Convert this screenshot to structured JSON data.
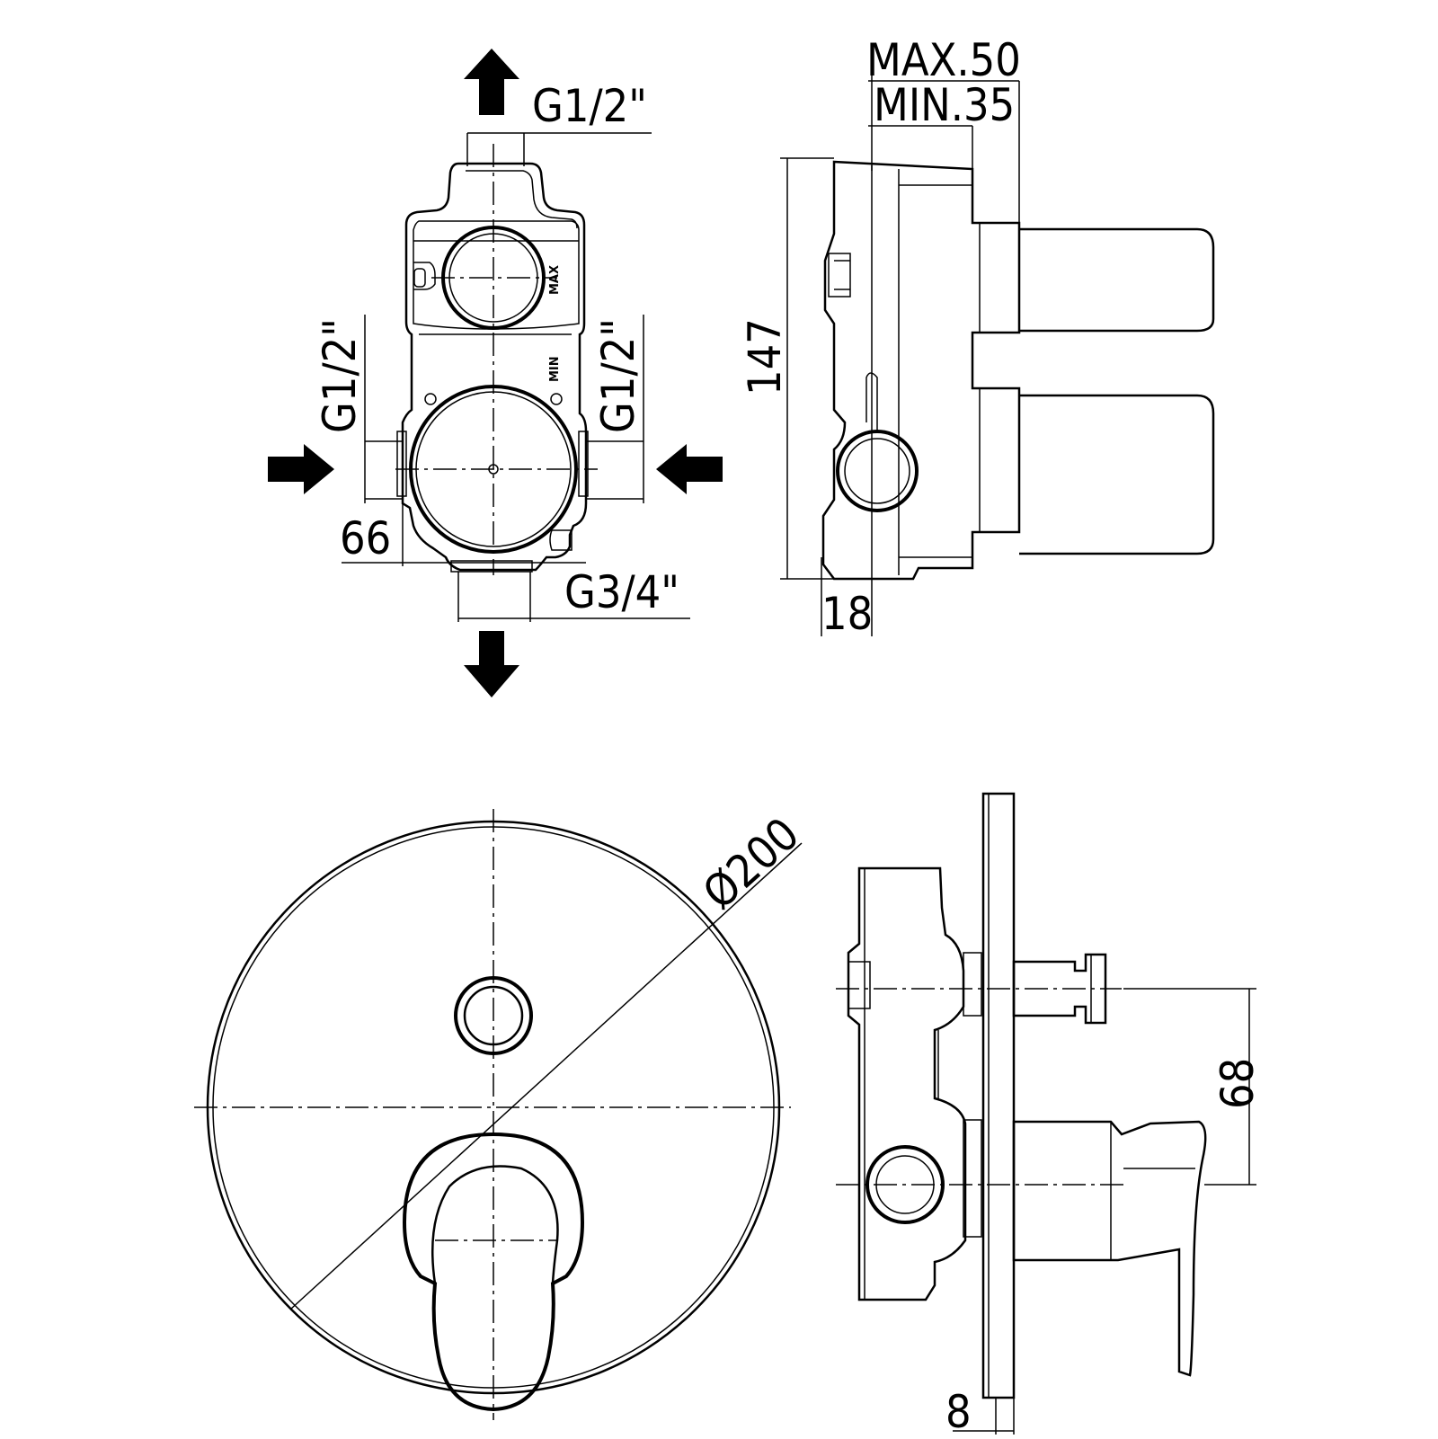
{
  "views": {
    "front_body": {
      "top_thread": "G1/2\"",
      "left_thread": "G1/2\"",
      "right_thread": "G1/2\"",
      "bottom_thread": "G3/4\"",
      "offset": "66",
      "marks": {
        "max": "MAX",
        "min": "MIN"
      }
    },
    "side_body": {
      "max_depth": "MAX.50",
      "min_depth": "MIN.35",
      "height": "147",
      "flange": "18"
    },
    "front_plate": {
      "diameter": "Ø200"
    },
    "side_assembly": {
      "spacing": "68",
      "plate_thickness": "8"
    }
  }
}
